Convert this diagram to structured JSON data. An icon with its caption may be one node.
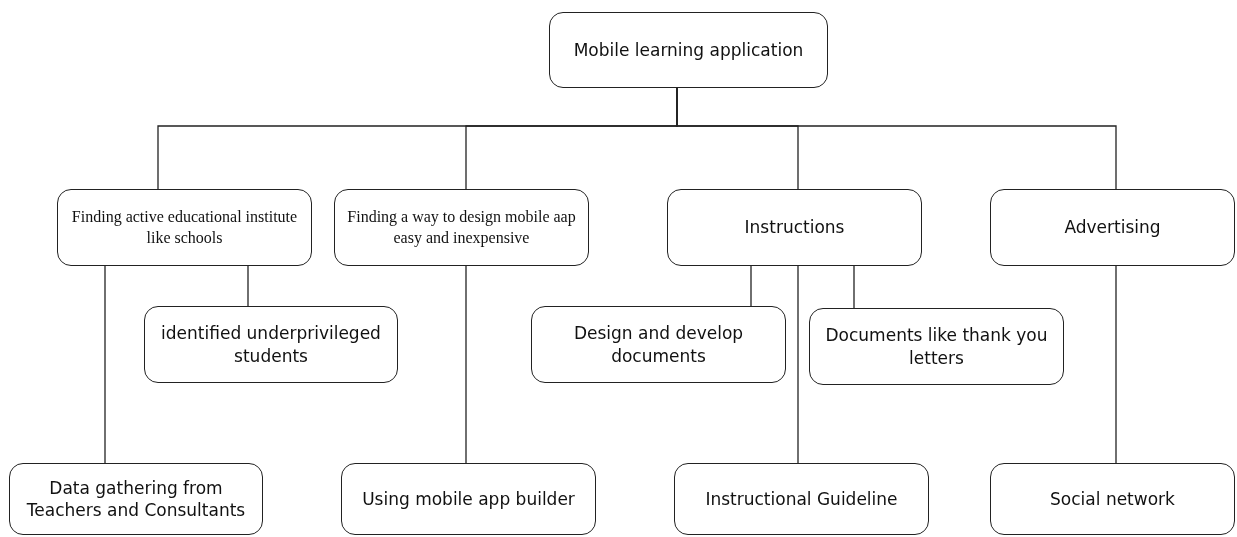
{
  "diagram": {
    "nodes": [
      {
        "text": [
          "Mobile learning application"
        ]
      },
      {
        "text": [
          "Finding active educational institute like schools"
        ]
      },
      {
        "text": [
          "Finding a way to design mobile aap easy and inexpensive"
        ]
      },
      {
        "text": [
          "Instructions"
        ]
      },
      {
        "text": [
          "Advertising"
        ]
      },
      {
        "text": [
          "identified underprivileged students"
        ]
      },
      {
        "text": [
          "Design and develop documents"
        ]
      },
      {
        "text": [
          "Documents like thank you letters"
        ]
      },
      {
        "text": [
          "Data gathering from Teachers and Consultants"
        ]
      },
      {
        "text": [
          "Using mobile app builder"
        ]
      },
      {
        "text": [
          "Instructional Guideline"
        ]
      },
      {
        "text": [
          "Social network"
        ]
      }
    ],
    "edges": [
      {
        "from": 0,
        "to": 1,
        "arrow": "none"
      },
      {
        "from": 0,
        "to": 2,
        "arrow": "none"
      },
      {
        "from": 0,
        "to": 3,
        "arrow": "none"
      },
      {
        "from": 0,
        "to": 4,
        "arrow": "none"
      },
      {
        "from": 1,
        "to": 5,
        "arrow": "none"
      },
      {
        "from": 1,
        "to": 8,
        "arrow": "none"
      },
      {
        "from": 2,
        "to": 9,
        "arrow": "none"
      },
      {
        "from": 3,
        "to": 6,
        "arrow": "none"
      },
      {
        "from": 3,
        "to": 10,
        "arrow": "none"
      },
      {
        "from": 3,
        "to": 7,
        "arrow": "none"
      },
      {
        "from": 4,
        "to": 11,
        "arrow": "none"
      }
    ]
  }
}
